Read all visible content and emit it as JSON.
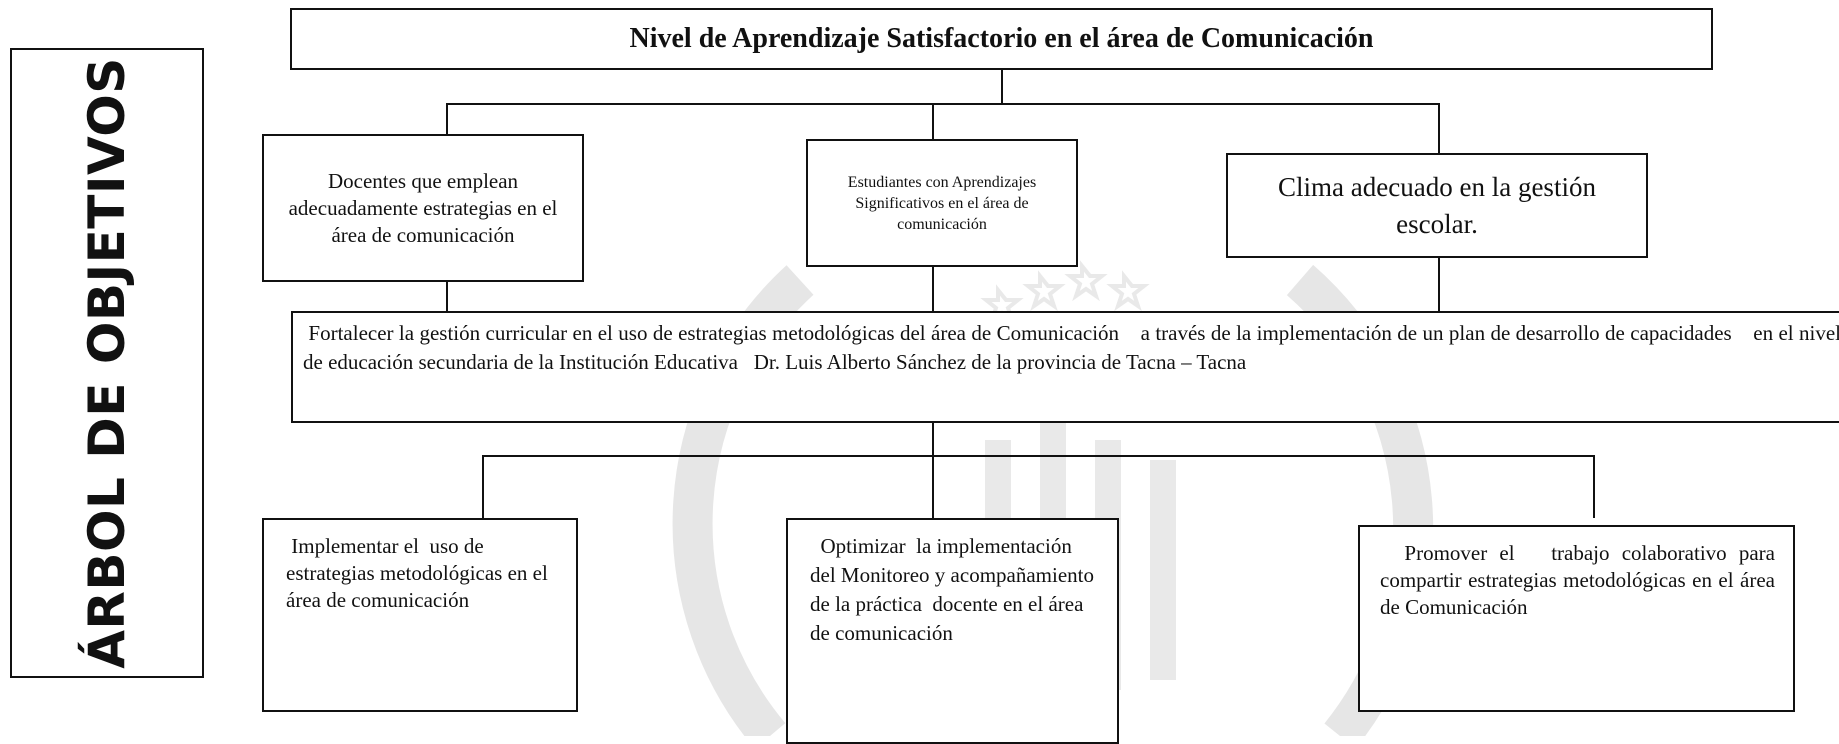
{
  "side_title": "ÁRBOL DE OBJETIVOS",
  "ends": {
    "main": "Nivel de Aprendizaje Satisfactorio en el área de Comunicación",
    "mid": [
      "Docentes que emplean adecuadamente estrategias  en el área de comunicación",
      "Estudiantes con Aprendizajes Significativos en el área de comunicación",
      "Clima  adecuado  en la gestión escolar."
    ]
  },
  "central_objective": " Fortalecer la gestión curricular en el uso de estrategias metodológicas del área de Comunicación    a través de la implementación de un plan de desarrollo de capacidades    en el nivel de educación secundaria de la Institución Educativa   Dr. Luis Alberto Sánchez de la provincia de Tacna – Tacna",
  "means": [
    " Implementar el  uso de estrategias metodológicas en el área de comunicación",
    "  Optimizar  la implementación del Monitoreo y acompañamiento  de la práctica  docente en el área de comunicación",
    "  Promover el   trabajo colaborativo para compartir estrategias metodológicas en el área de Comunicación"
  ],
  "colors": {
    "border": "#111111",
    "watermark": "#d9d9d9"
  }
}
